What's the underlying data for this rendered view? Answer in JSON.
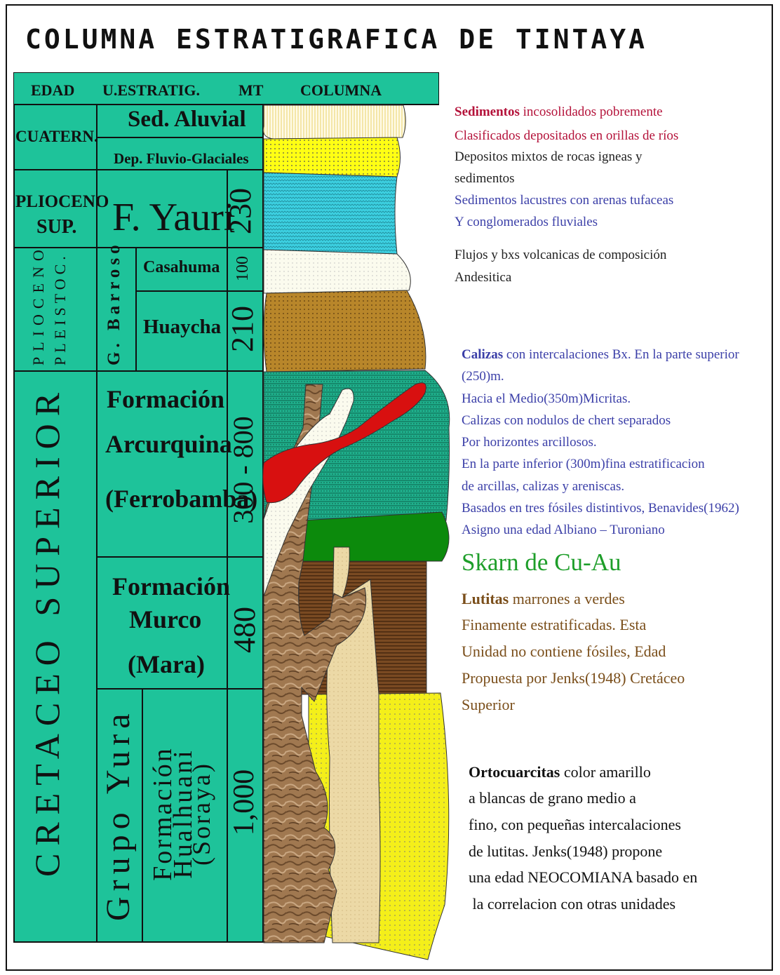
{
  "title": "COLUMNA ESTRATIGRAFICA DE TINTAYA",
  "headers": {
    "edad": "EDAD",
    "uestratig": "U.ESTRATIG.",
    "mt": "MT",
    "columna": "COLUMNA"
  },
  "ages": {
    "cuatern": "CUATERN.",
    "plioceno_sup_1": "PLIOCENO",
    "plioceno_sup_2": "SUP.",
    "plioceno_pleistoc_1": "PLIOCENO",
    "plioceno_pleistoc_2": "PLEISTOC.",
    "cretaceo": "CRETACEO SUPERIOR"
  },
  "units": {
    "sed_aluvial": "Sed. Aluvial",
    "dep_fluvio": "Dep. Fluvio-Glaciales",
    "f_yauri": "F. Yauri",
    "g_barroso": "G. Barroso",
    "casahuma": "Casahuma",
    "huaycha": "Huaycha",
    "arcurquina_1": "Formación",
    "arcurquina_2": "Arcurquina",
    "arcurquina_3": "(Ferrobamba)",
    "murco_1": "Formación",
    "murco_2": "Murco",
    "murco_3": "(Mara)",
    "grupo_yura": "Grupo Yura",
    "hualhuani_1": "Formación",
    "hualhuani_2": "Hualhuani",
    "hualhuani_3": "(Soraya)"
  },
  "thickness": {
    "yauri": "230",
    "casahuma": "100",
    "huaycha": "210",
    "arcurquina": "300 - 800",
    "murco": "480",
    "hualhuani": "1,000"
  },
  "descriptions": {
    "d1_bold": "Sedimentos",
    "d1_rest": " incosolidados pobremente",
    "d2": "Clasificados depositados en orillas de ríos",
    "d3": "Depositos mixtos de rocas igneas y",
    "d4": "sedimentos",
    "d5": "Sedimentos lacustres con arenas tufaceas",
    "d6": "Y conglomerados fluviales",
    "d7": "Flujos y bxs volcanicas de composición",
    "d8": "Andesitica",
    "c1_bold": "Calizas",
    "c1_rest": " con intercalaciones Bx. En la parte superior",
    "c2": "(250)m.",
    "c3": "Hacia el Medio(350m)Micritas.",
    "c4": "Calizas con nodulos de chert separados",
    "c5": "Por horizontes arcillosos.",
    "c6": "En la parte inferior (300m)fina estratificacion",
    "c7": "de arcillas, calizas y areniscas.",
    "c8": "Basados en tres fósiles distintivos, Benavides(1962)",
    "c9": "Asigno una edad Albiano – Turoniano",
    "skarn": "Skarn de Cu-Au",
    "l1_bold": "Lutitas",
    "l1_rest": " marrones a verdes",
    "l2": "Finamente estratificadas. Esta",
    "l3": "Unidad no contiene fósiles, Edad",
    "l4": "Propuesta por Jenks(1948) Cretáceo",
    "l5": "Superior",
    "o1_bold": "Ortocuarcitas",
    "o1_rest": " color amarillo",
    "o2": "a blancas de grano medio a",
    "o3": "fino, con pequeñas intercalaciones",
    "o4": "de lutitas. Jenks(1948) propone",
    "o5": "una edad NEOCOMIANA basado en",
    "o6": " la correlacion con otras unidades"
  },
  "colors": {
    "table": "#1ec39a",
    "red_text": "#b4123a",
    "blue_text": "#3b3fa8",
    "green_text": "#1e9e2a",
    "brown_text": "#7a4e1a",
    "skarn_red": "#d81010",
    "skarn_green": "#0c8a0c",
    "yellow": "#ffff14",
    "cyan": "#3ccfe0",
    "ochre": "#b8862a",
    "shale_brown": "#7a4a22",
    "limestone": "#1fb08c"
  }
}
